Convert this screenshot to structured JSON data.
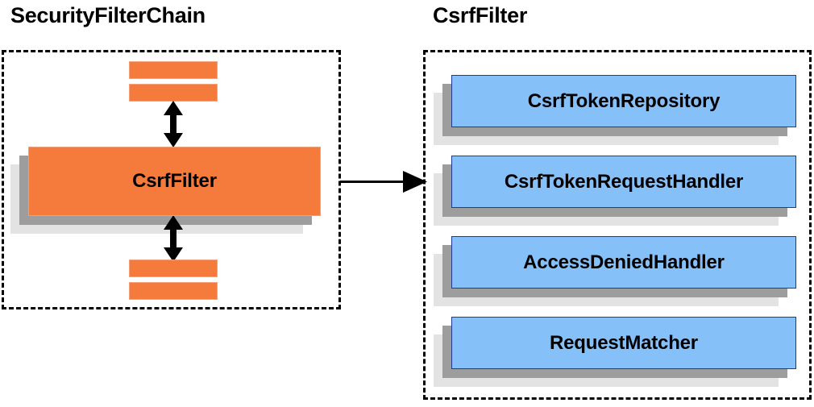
{
  "diagram": {
    "title_left": "SecurityFilterChain",
    "title_right": "CsrfFilter",
    "left_panel": {
      "main_box_label": "CsrfFilter",
      "top_bars": [
        "filter-bar-top-1",
        "filter-bar-top-2"
      ],
      "bottom_bars": [
        "filter-bar-bottom-1",
        "filter-bar-bottom-2"
      ],
      "arrows": [
        "double-arrow-up",
        "double-arrow-down"
      ]
    },
    "right_panel": {
      "components": [
        {
          "label": "CsrfTokenRepository"
        },
        {
          "label": "CsrfTokenRequestHandler"
        },
        {
          "label": "AccessDeniedHandler"
        },
        {
          "label": "RequestMatcher"
        }
      ]
    },
    "connector": {
      "name": "expansion-arrow",
      "direction": "right"
    },
    "colors": {
      "orange": "#F47B3C",
      "orange_border": "#E8A07E",
      "blue": "#85C0F9",
      "blue_border": "#1F3A93",
      "shadow_dark": "#9D9D9D",
      "shadow_light": "#E3E3E3",
      "outline": "#000000",
      "background": "#FFFFFF"
    }
  }
}
